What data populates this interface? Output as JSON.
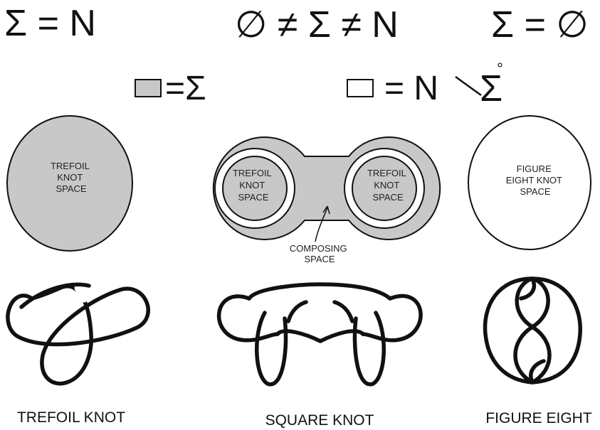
{
  "formulas": {
    "top_left": "Σ = N",
    "top_middle": "∅ ≠ Σ ≠ N",
    "top_right": "Σ = ∅",
    "legend_shaded": "=Σ",
    "legend_white_eq": "= N",
    "legend_white_sigma": "Σ",
    "legend_white_ring": "°"
  },
  "spaces": {
    "left": {
      "lines": [
        "TREFOIL",
        "KNOT",
        "SPACE"
      ]
    },
    "middle_left": {
      "lines": [
        "TREFOIL",
        "KNOT",
        "SPACE"
      ]
    },
    "middle_right": {
      "lines": [
        "TREFOIL",
        "KNOT",
        "SPACE"
      ]
    },
    "right": {
      "lines": [
        "FIGURE",
        "EIGHT KNOT",
        "SPACE"
      ]
    },
    "composing": {
      "lines": [
        "COMPOSING",
        "SPACE"
      ]
    }
  },
  "captions": {
    "left": "TREFOIL KNOT",
    "middle": "SQUARE KNOT",
    "right": "FIGURE EIGHT"
  },
  "colors": {
    "shade": "#c8c8c8",
    "ink": "#111111",
    "paper": "#ffffff"
  }
}
